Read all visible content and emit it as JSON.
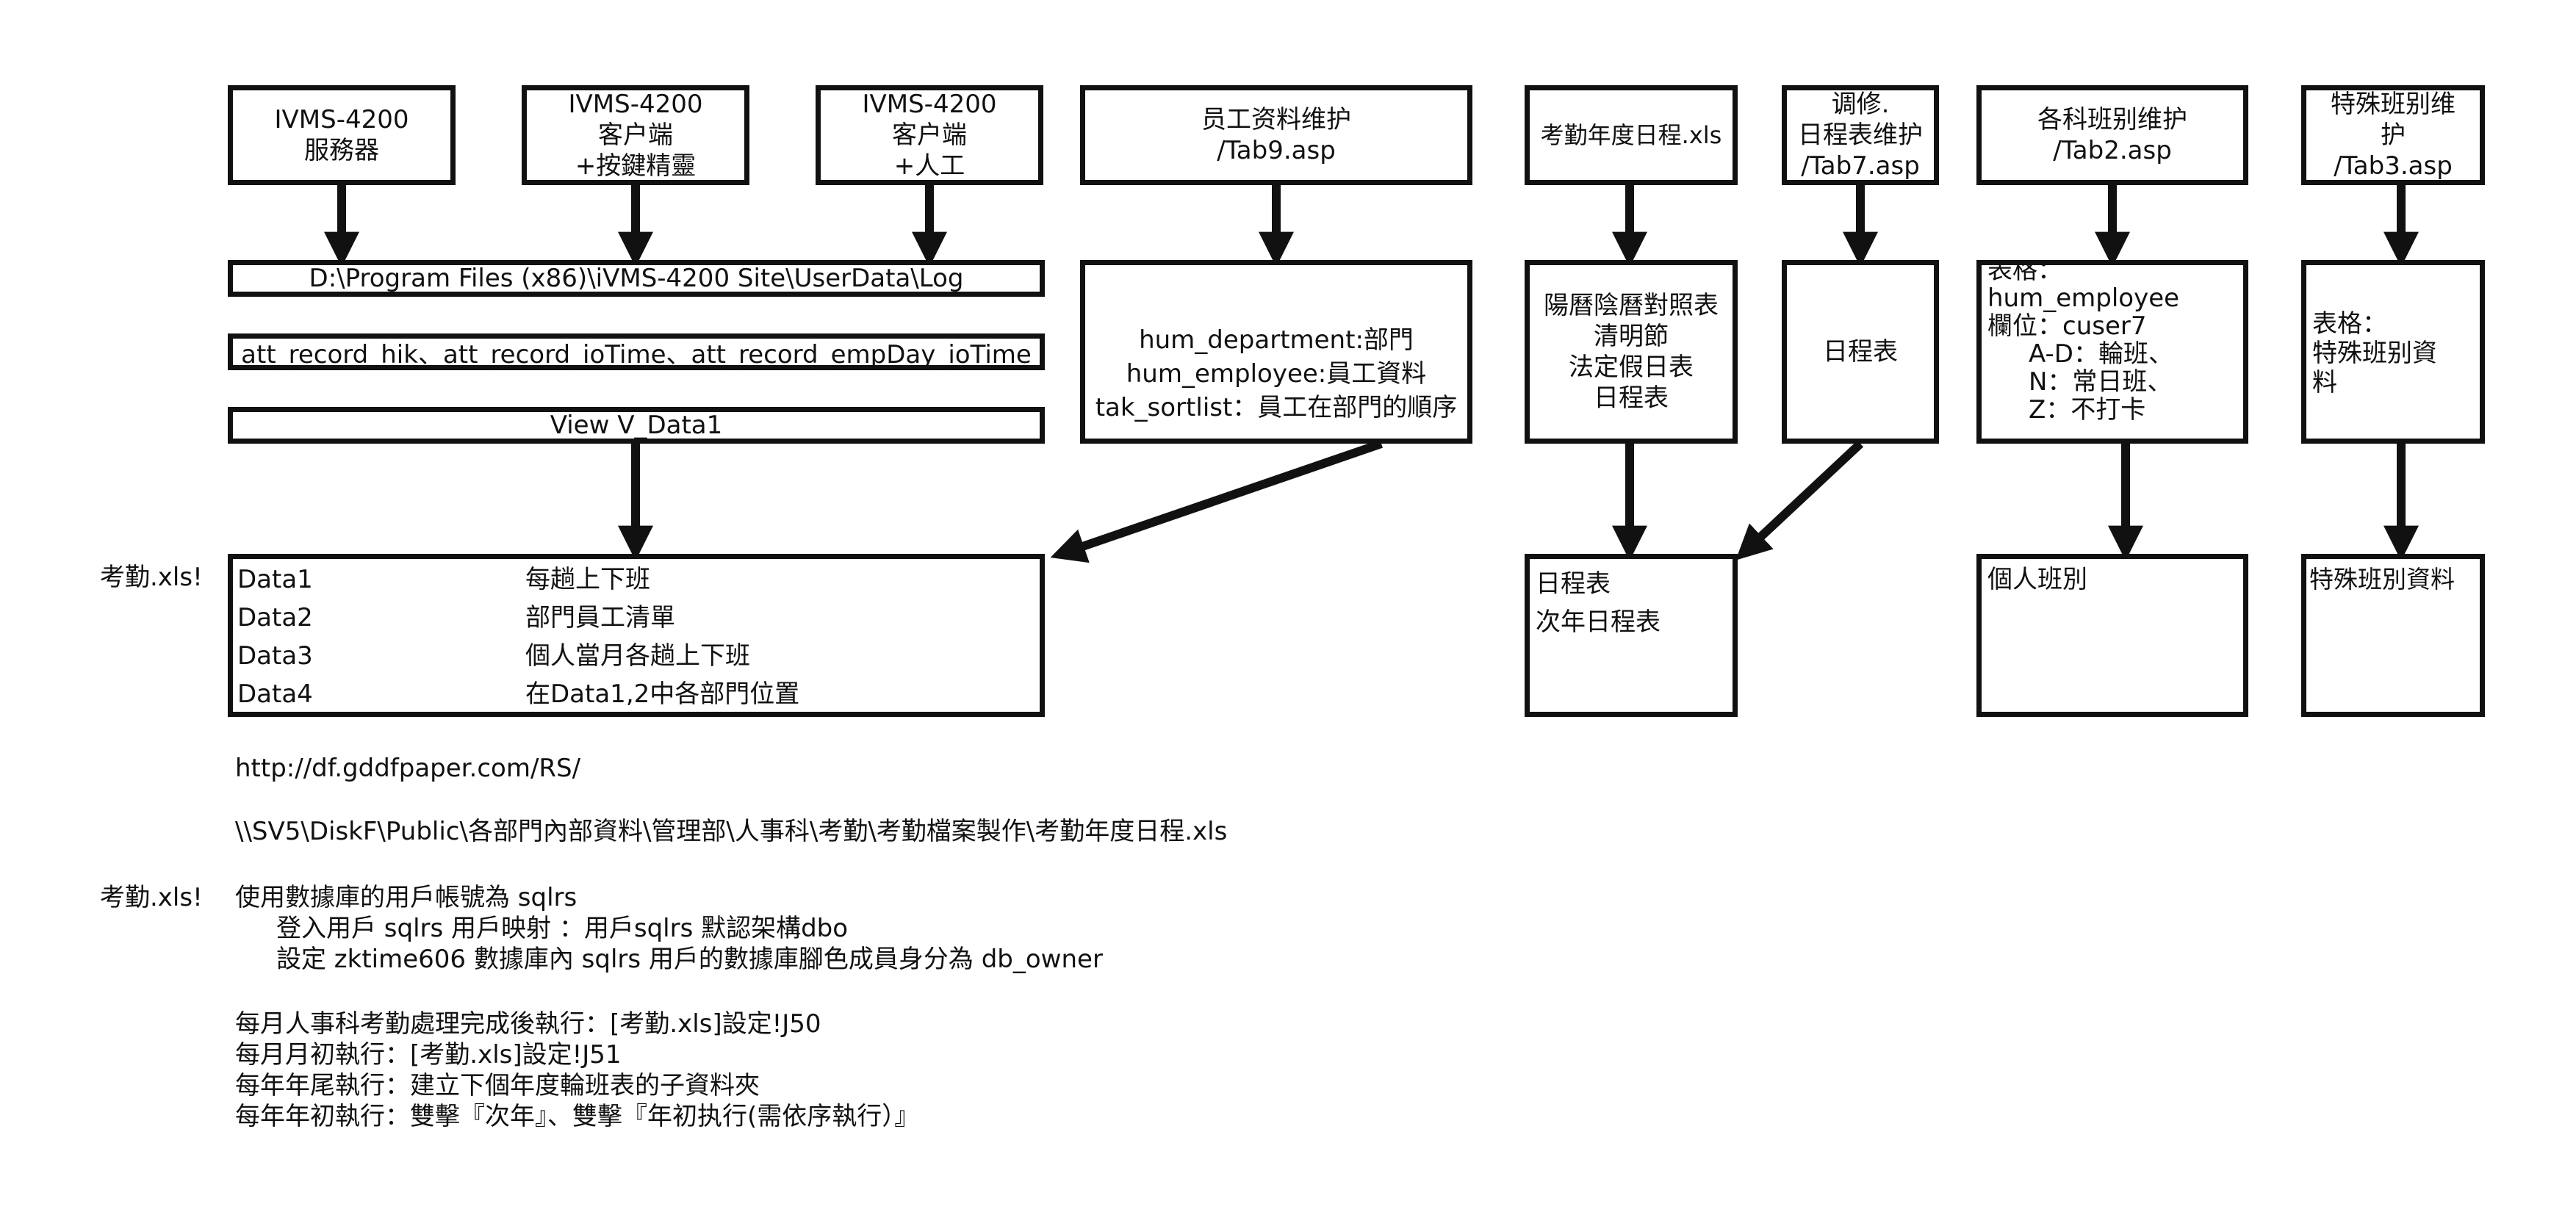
{
  "top_boxes": [
    {
      "lines": [
        "IVMS-4200",
        "服務器"
      ]
    },
    {
      "lines": [
        "IVMS-4200",
        "客户端",
        "+按鍵精靈"
      ]
    },
    {
      "lines": [
        "IVMS-4200",
        "客户端",
        "+人工"
      ]
    },
    {
      "lines": [
        "员工资料维护",
        "/Tab9.asp"
      ]
    },
    {
      "lines": [
        "考勤年度日程.xls"
      ]
    },
    {
      "lines": [
        "调修.",
        "日程表维护",
        "/Tab7.asp"
      ]
    },
    {
      "lines": [
        "各科班别维护",
        "/Tab2.asp"
      ]
    },
    {
      "lines": [
        "特殊班别维",
        "护",
        "/Tab3.asp"
      ]
    }
  ],
  "bars": {
    "log_path": "D:\\Program Files (x86)\\iVMS-4200 Site\\UserData\\Log",
    "tables": "att_record_hik、att_record_ioTime、att_record_empDay_ioTime",
    "view": "View V_Data1"
  },
  "middle_boxes": {
    "hr_tables": [
      "hum_department:部門",
      "hum_employee:員工資料",
      "tak_sortlist：員工在部門的順序"
    ],
    "calendar": [
      "陽曆陰曆對照表",
      "清明節",
      "法定假日表",
      "日程表"
    ],
    "schedule": [
      "日程表"
    ],
    "shift_table": [
      "表格：",
      "hum_employee",
      "欄位：cuser7",
      "A-D：輪班、",
      "N：常日班、",
      "Z：不打卡"
    ],
    "special_table": [
      "表格：",
      "特殊班别資",
      "料"
    ]
  },
  "excel_label": "考勤.xls!",
  "data_sheets": [
    {
      "name": "Data1",
      "desc": "每趟上下班"
    },
    {
      "name": "Data2",
      "desc": "部門員工清單"
    },
    {
      "name": "Data3",
      "desc": "個人當月各趟上下班"
    },
    {
      "name": "Data4",
      "desc": "在Data1,2中各部門位置"
    }
  ],
  "bottom_boxes": {
    "schedule_out": [
      "日程表",
      "次年日程表"
    ],
    "personal_shift": [
      "個人班別"
    ],
    "special_shift": [
      "特殊班別資料"
    ]
  },
  "url": "http://df.gddfpaper.com/RS/",
  "share_path": "\\\\SV5\\DiskF\\Public\\各部門內部資料\\管理部\\人事科\\考勤\\考勤檔案製作\\考勤年度日程.xls",
  "notes_label": "考勤.xls!",
  "notes": [
    "使用數據庫的用戶帳號為 sqlrs",
    "登入用戶 sqlrs 用戶映射 ：用戶sqlrs 默認架構dbo",
    "設定 zktime606 數據庫內 sqlrs 用戶的數據庫腳色成員身分為 db_owner"
  ],
  "schedule_notes": [
    "每月人事科考勤處理完成後執行：[考勤.xls]設定!J50",
    "每月月初執行：[考勤.xls]設定!J51",
    "每年年尾執行：建立下個年度輪班表的子資料夾",
    "每年年初執行：雙擊『次年』、雙擊『年初执行(需依序執行）』"
  ]
}
